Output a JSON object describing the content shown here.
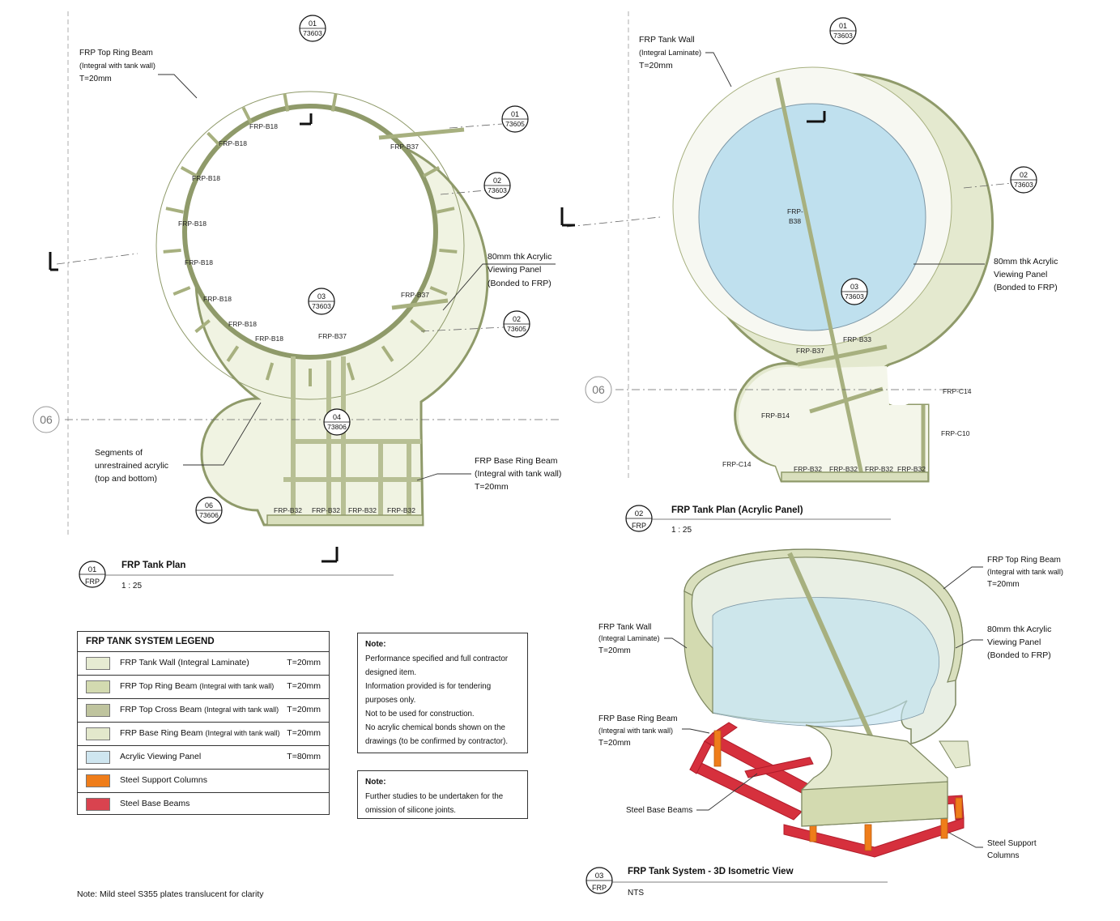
{
  "plan1": {
    "callouts": [
      {
        "num": "01",
        "ref": "73603"
      },
      {
        "num": "01",
        "ref": "73605"
      },
      {
        "num": "02",
        "ref": "73603"
      },
      {
        "num": "03",
        "ref": "73603"
      },
      {
        "num": "02",
        "ref": "73605"
      },
      {
        "num": "04",
        "ref": "73806"
      },
      {
        "num": "06",
        "ref": "73606"
      }
    ],
    "grid_label": "06",
    "notes": {
      "top_ring_1": "FRP Top Ring Beam",
      "top_ring_2": "(Integral with tank wall)",
      "top_ring_3": "T=20mm",
      "acrylic_1": "80mm thk Acrylic",
      "acrylic_2": "Viewing Panel",
      "acrylic_3": "(Bonded to FRP)",
      "segments_1": "Segments of",
      "segments_2": "unrestrained acrylic",
      "segments_3": "(top and bottom)",
      "base_ring_1": "FRP Base Ring Beam",
      "base_ring_2": "(Integral with tank wall)",
      "base_ring_3": "T=20mm"
    },
    "beam_tags": {
      "b18": "FRP-B18",
      "b37": "FRP-B37",
      "b32": "FRP-B32"
    },
    "title": {
      "num": "01",
      "code": "FRP",
      "name": "FRP Tank Plan",
      "scale": "1 : 25"
    }
  },
  "plan2": {
    "callouts": [
      {
        "num": "01",
        "ref": "73603"
      },
      {
        "num": "02",
        "ref": "73603"
      },
      {
        "num": "03",
        "ref": "73603"
      }
    ],
    "grid_label": "06",
    "notes": {
      "wall_1": "FRP Tank Wall",
      "wall_2": "(Integral Laminate)",
      "wall_3": "T=20mm",
      "acrylic_1": "80mm thk Acrylic",
      "acrylic_2": "Viewing Panel",
      "acrylic_3": "(Bonded to FRP)"
    },
    "beam_tags": {
      "b38_1": "FRP-",
      "b38_2": "B38",
      "b33": "FRP-B33",
      "b37": "FRP-B37",
      "b14": "FRP-B14",
      "c14": "FRP-C14",
      "c10": "FRP-C10",
      "b32": "FRP-B32"
    },
    "title": {
      "num": "02",
      "code": "FRP",
      "name": "FRP Tank Plan (Acrylic Panel)",
      "scale": "1 : 25"
    }
  },
  "iso": {
    "notes": {
      "top_ring_1": "FRP Top Ring Beam",
      "top_ring_2": "(Integral with tank wall)",
      "top_ring_3": "T=20mm",
      "wall_1": "FRP Tank Wall",
      "wall_2": "(Integral Laminate)",
      "wall_3": "T=20mm",
      "acrylic_1": "80mm thk Acrylic",
      "acrylic_2": "Viewing Panel",
      "acrylic_3": "(Bonded to FRP)",
      "base_ring_1": "FRP Base Ring Beam",
      "base_ring_2": "(Integral with tank wall)",
      "base_ring_3": "T=20mm",
      "steel_beams": "Steel Base Beams",
      "steel_cols_1": "Steel Support",
      "steel_cols_2": "Columns"
    },
    "title": {
      "num": "03",
      "code": "FRP",
      "name": "FRP Tank System - 3D Isometric View",
      "scale": "NTS"
    }
  },
  "legend": {
    "title": "FRP TANK SYSTEM LEGEND",
    "rows": [
      {
        "label": "FRP Tank Wall (Integral Laminate)",
        "sub": "",
        "t": "T=20mm",
        "color": "#e6ebd2"
      },
      {
        "label": "FRP Top Ring Beam",
        "sub": "(Integral with tank wall)",
        "t": "T=20mm",
        "color": "#d3dab0"
      },
      {
        "label": "FRP Top Cross Beam",
        "sub": "(Integral with tank wall)",
        "t": "T=20mm",
        "color": "#bfc49e"
      },
      {
        "label": "FRP Base Ring Beam",
        "sub": "(Integral with tank wall)",
        "t": "T=20mm",
        "color": "#e3e8cc"
      },
      {
        "label": "Acrylic Viewing Panel",
        "sub": "",
        "t": "T=80mm",
        "color": "#cfe6f0"
      },
      {
        "label": "Steel Support Columns",
        "sub": "",
        "t": "",
        "color": "#ef7d1a"
      },
      {
        "label": "Steel Base Beams",
        "sub": "",
        "t": "",
        "color": "#d9434f"
      }
    ]
  },
  "note1": {
    "title": "Note:",
    "lines": [
      "Performance specified and full contractor",
      "designed item.",
      "Information provided is for tendering",
      "purposes only.",
      "Not to be used for construction.",
      "No acrylic chemical bonds shown on the",
      "drawings (to be confirmed by contractor)."
    ]
  },
  "note2": {
    "title": "Note:",
    "lines": [
      "Further studies to be undertaken for the",
      "omission of silicone joints."
    ]
  },
  "footnote": "Note: Mild steel S355 plates translucent for clarity",
  "colors": {
    "frp": "#d9dfbd",
    "frp_dark": "#8f9a6a",
    "acrylic": "#bfe0ee",
    "steel_col": "#ef7d1a",
    "steel_beam": "#d6303d"
  }
}
